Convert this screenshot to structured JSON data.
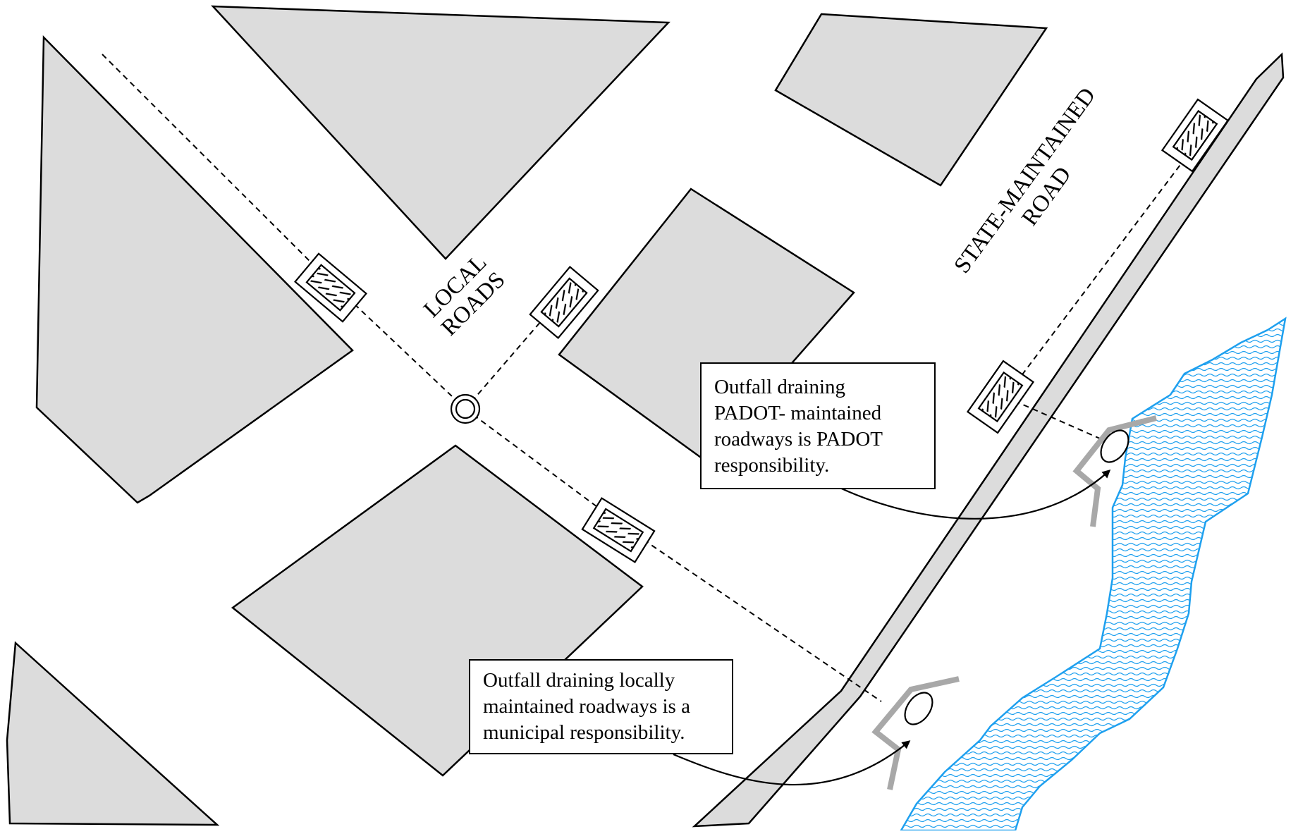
{
  "labels": {
    "local_roads": [
      "LOCAL",
      "ROADS"
    ],
    "state_road": [
      "STATE-MAINTAINED",
      "ROAD"
    ]
  },
  "callouts": {
    "padot": [
      "Outfall draining",
      "PADOT- maintained",
      "roadways is PADOT",
      "responsibility."
    ],
    "local": [
      "Outfall draining locally",
      "maintained roadways is a",
      "municipal responsibility."
    ]
  },
  "colors": {
    "parcel_fill": "#dcdcdc",
    "outline": "#000000",
    "stream": "#1ea0ef",
    "headwall": "#a8a8a8"
  }
}
